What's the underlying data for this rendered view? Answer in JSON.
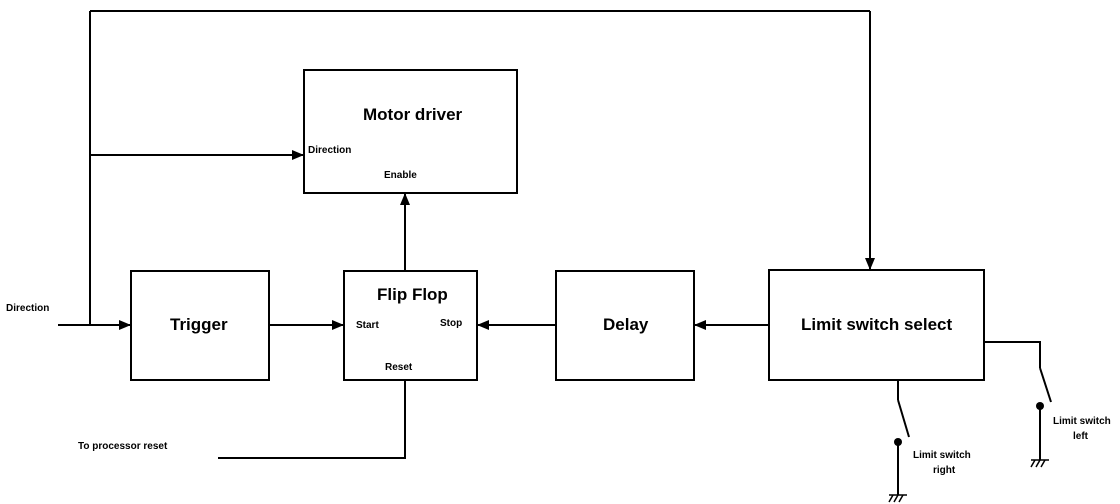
{
  "blocks": {
    "motor_driver": {
      "title": "Motor driver",
      "port_direction": "Direction",
      "port_enable": "Enable"
    },
    "trigger": {
      "title": "Trigger"
    },
    "flip_flop": {
      "title": "Flip Flop",
      "port_start": "Start",
      "port_stop": "Stop",
      "port_reset": "Reset"
    },
    "delay": {
      "title": "Delay"
    },
    "limit_switch_select": {
      "title": "Limit switch select"
    }
  },
  "labels": {
    "direction_input": "Direction",
    "processor_reset": "To processor reset",
    "limit_switch_right_line1": "Limit switch",
    "limit_switch_right_line2": "right",
    "limit_switch_left_line1": "Limit switch",
    "limit_switch_left_line2": "left"
  },
  "colors": {
    "line": "#000000",
    "background": "#ffffff"
  }
}
